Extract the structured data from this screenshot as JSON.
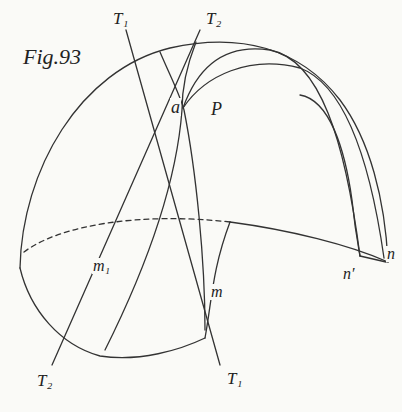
{
  "diagram": {
    "labels": [
      "Fig.93",
      "T₁",
      "T₂",
      "a",
      "P",
      "m₁",
      "m",
      "T₂",
      "T₁",
      "n′",
      "n"
    ]
  }
}
